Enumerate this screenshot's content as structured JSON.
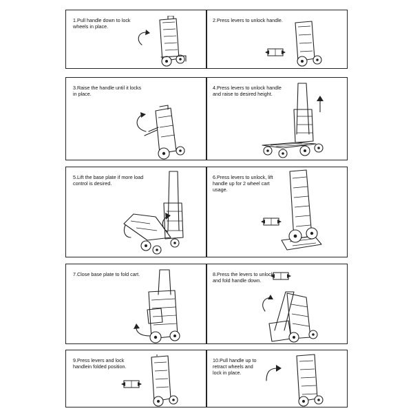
{
  "steps": [
    {
      "text": "1.Pull handle down to lock\nwheels in place."
    },
    {
      "text": "2.Press levers to unlock handle."
    },
    {
      "text": "3.Raise the handle until it locks\nin place."
    },
    {
      "text": "4.Press levers to unlock handle\nand raise to desired height."
    },
    {
      "text": "5.Lift the base plate if more load\ncontrol is desired."
    },
    {
      "text": "6.Press levers to unlock, lift\nhandle up for 2 wheel cart\nusage."
    },
    {
      "text": "7.Close base plate to fold cart."
    },
    {
      "text": "8.Press the levers to unlock\nand fold handle down."
    },
    {
      "text": "9.Press levers and lock\nhandlein folded position."
    },
    {
      "text": "10.Pull handle up to\nretract wheels and\nlock in place."
    }
  ]
}
